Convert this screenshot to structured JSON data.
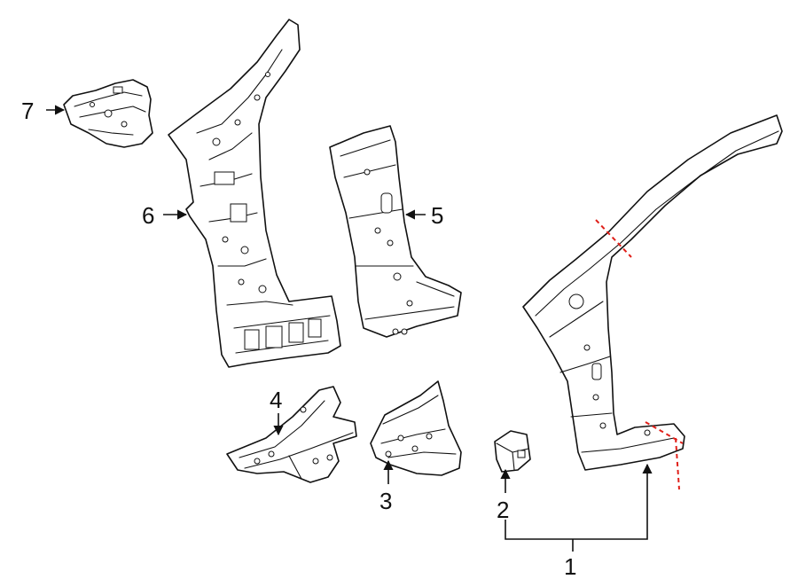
{
  "callouts": [
    {
      "id": "1",
      "label": "1"
    },
    {
      "id": "2",
      "label": "2"
    },
    {
      "id": "3",
      "label": "3"
    },
    {
      "id": "4",
      "label": "4"
    },
    {
      "id": "5",
      "label": "5"
    },
    {
      "id": "6",
      "label": "6"
    },
    {
      "id": "7",
      "label": "7"
    }
  ],
  "colors": {
    "line": "#111111",
    "cut_line": "#e0201a",
    "background": "#ffffff"
  }
}
